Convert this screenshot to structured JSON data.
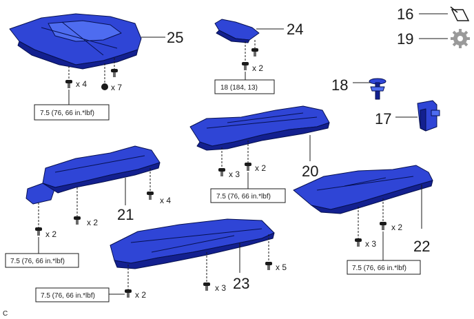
{
  "callouts": {
    "c16": "16",
    "c17": "17",
    "c18": "18",
    "c19": "19",
    "c20": "20",
    "c21": "21",
    "c22": "22",
    "c23": "23",
    "c24": "24",
    "c25": "25"
  },
  "quantities": {
    "q25a": "x 4",
    "q25b": "x 7",
    "q24": "x 2",
    "q20a": "x 3",
    "q20b": "x 2",
    "q21a": "x 4",
    "q21b": "x 2",
    "q21c": "x 2",
    "q22a": "x 2",
    "q22b": "x 3",
    "q23a": "x 5",
    "q23b": "x 3",
    "q23c": "x 2"
  },
  "torques": {
    "t25": "7.5 (76, 66 in.*lbf)",
    "t24": "18 (184, 13)",
    "t20": "7.5 (76, 66 in.*lbf)",
    "t21": "7.5 (76, 66 in.*lbf)",
    "t22": "7.5 (76, 66 in.*lbf)",
    "t23": "7.5 (76, 66 in.*lbf)"
  },
  "legend_icons": {
    "c16": "oil-can-icon",
    "c19": "gear-icon"
  },
  "figure_code": "C",
  "colors": {
    "part_blue": "#2f45d6",
    "part_dark": "#13208f",
    "line": "#1a1a1a"
  }
}
